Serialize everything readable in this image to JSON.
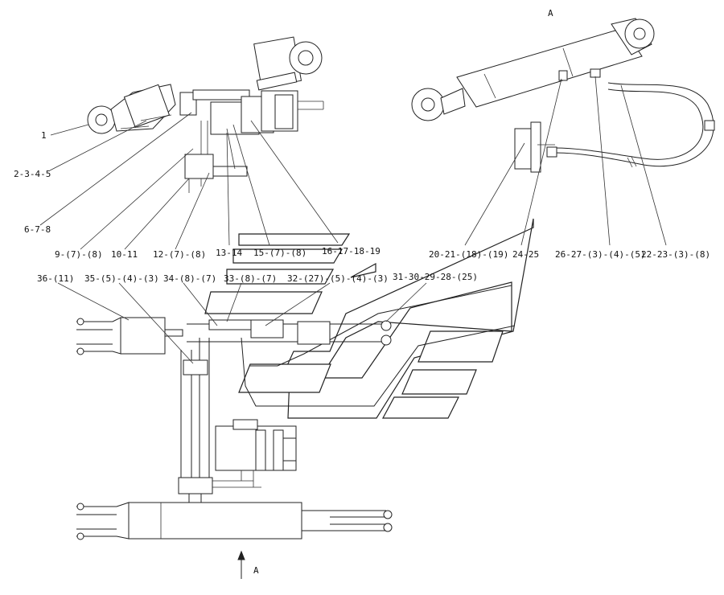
{
  "view_marker": "A",
  "callouts": [
    {
      "id": "c1",
      "text": "1"
    },
    {
      "id": "c2",
      "text": "2-3-4-5"
    },
    {
      "id": "c3",
      "text": "6-7-8"
    },
    {
      "id": "c4",
      "text": "9-(7)-(8)"
    },
    {
      "id": "c5",
      "text": "10-11"
    },
    {
      "id": "c6",
      "text": "12-(7)-(8)"
    },
    {
      "id": "c7",
      "text": "13-14"
    },
    {
      "id": "c8",
      "text": "15-(7)-(8)"
    },
    {
      "id": "c9",
      "text": "16-17-18-19"
    },
    {
      "id": "c10",
      "text": "20-21-(18)-(19)"
    },
    {
      "id": "c11",
      "text": "24-25"
    },
    {
      "id": "c12",
      "text": "26-27-(3)-(4)-(5)"
    },
    {
      "id": "c13",
      "text": "22-23-(3)-(8)"
    },
    {
      "id": "c14",
      "text": "36-(11)"
    },
    {
      "id": "c15",
      "text": "35-(5)-(4)-(3)"
    },
    {
      "id": "c16",
      "text": "34-(8)-(7)"
    },
    {
      "id": "c17",
      "text": "33-(8)-(7)"
    },
    {
      "id": "c18",
      "text": "32-(27)-(5)-(4)-(3)"
    },
    {
      "id": "c19",
      "text": "31-30-29-28-(25)"
    }
  ]
}
